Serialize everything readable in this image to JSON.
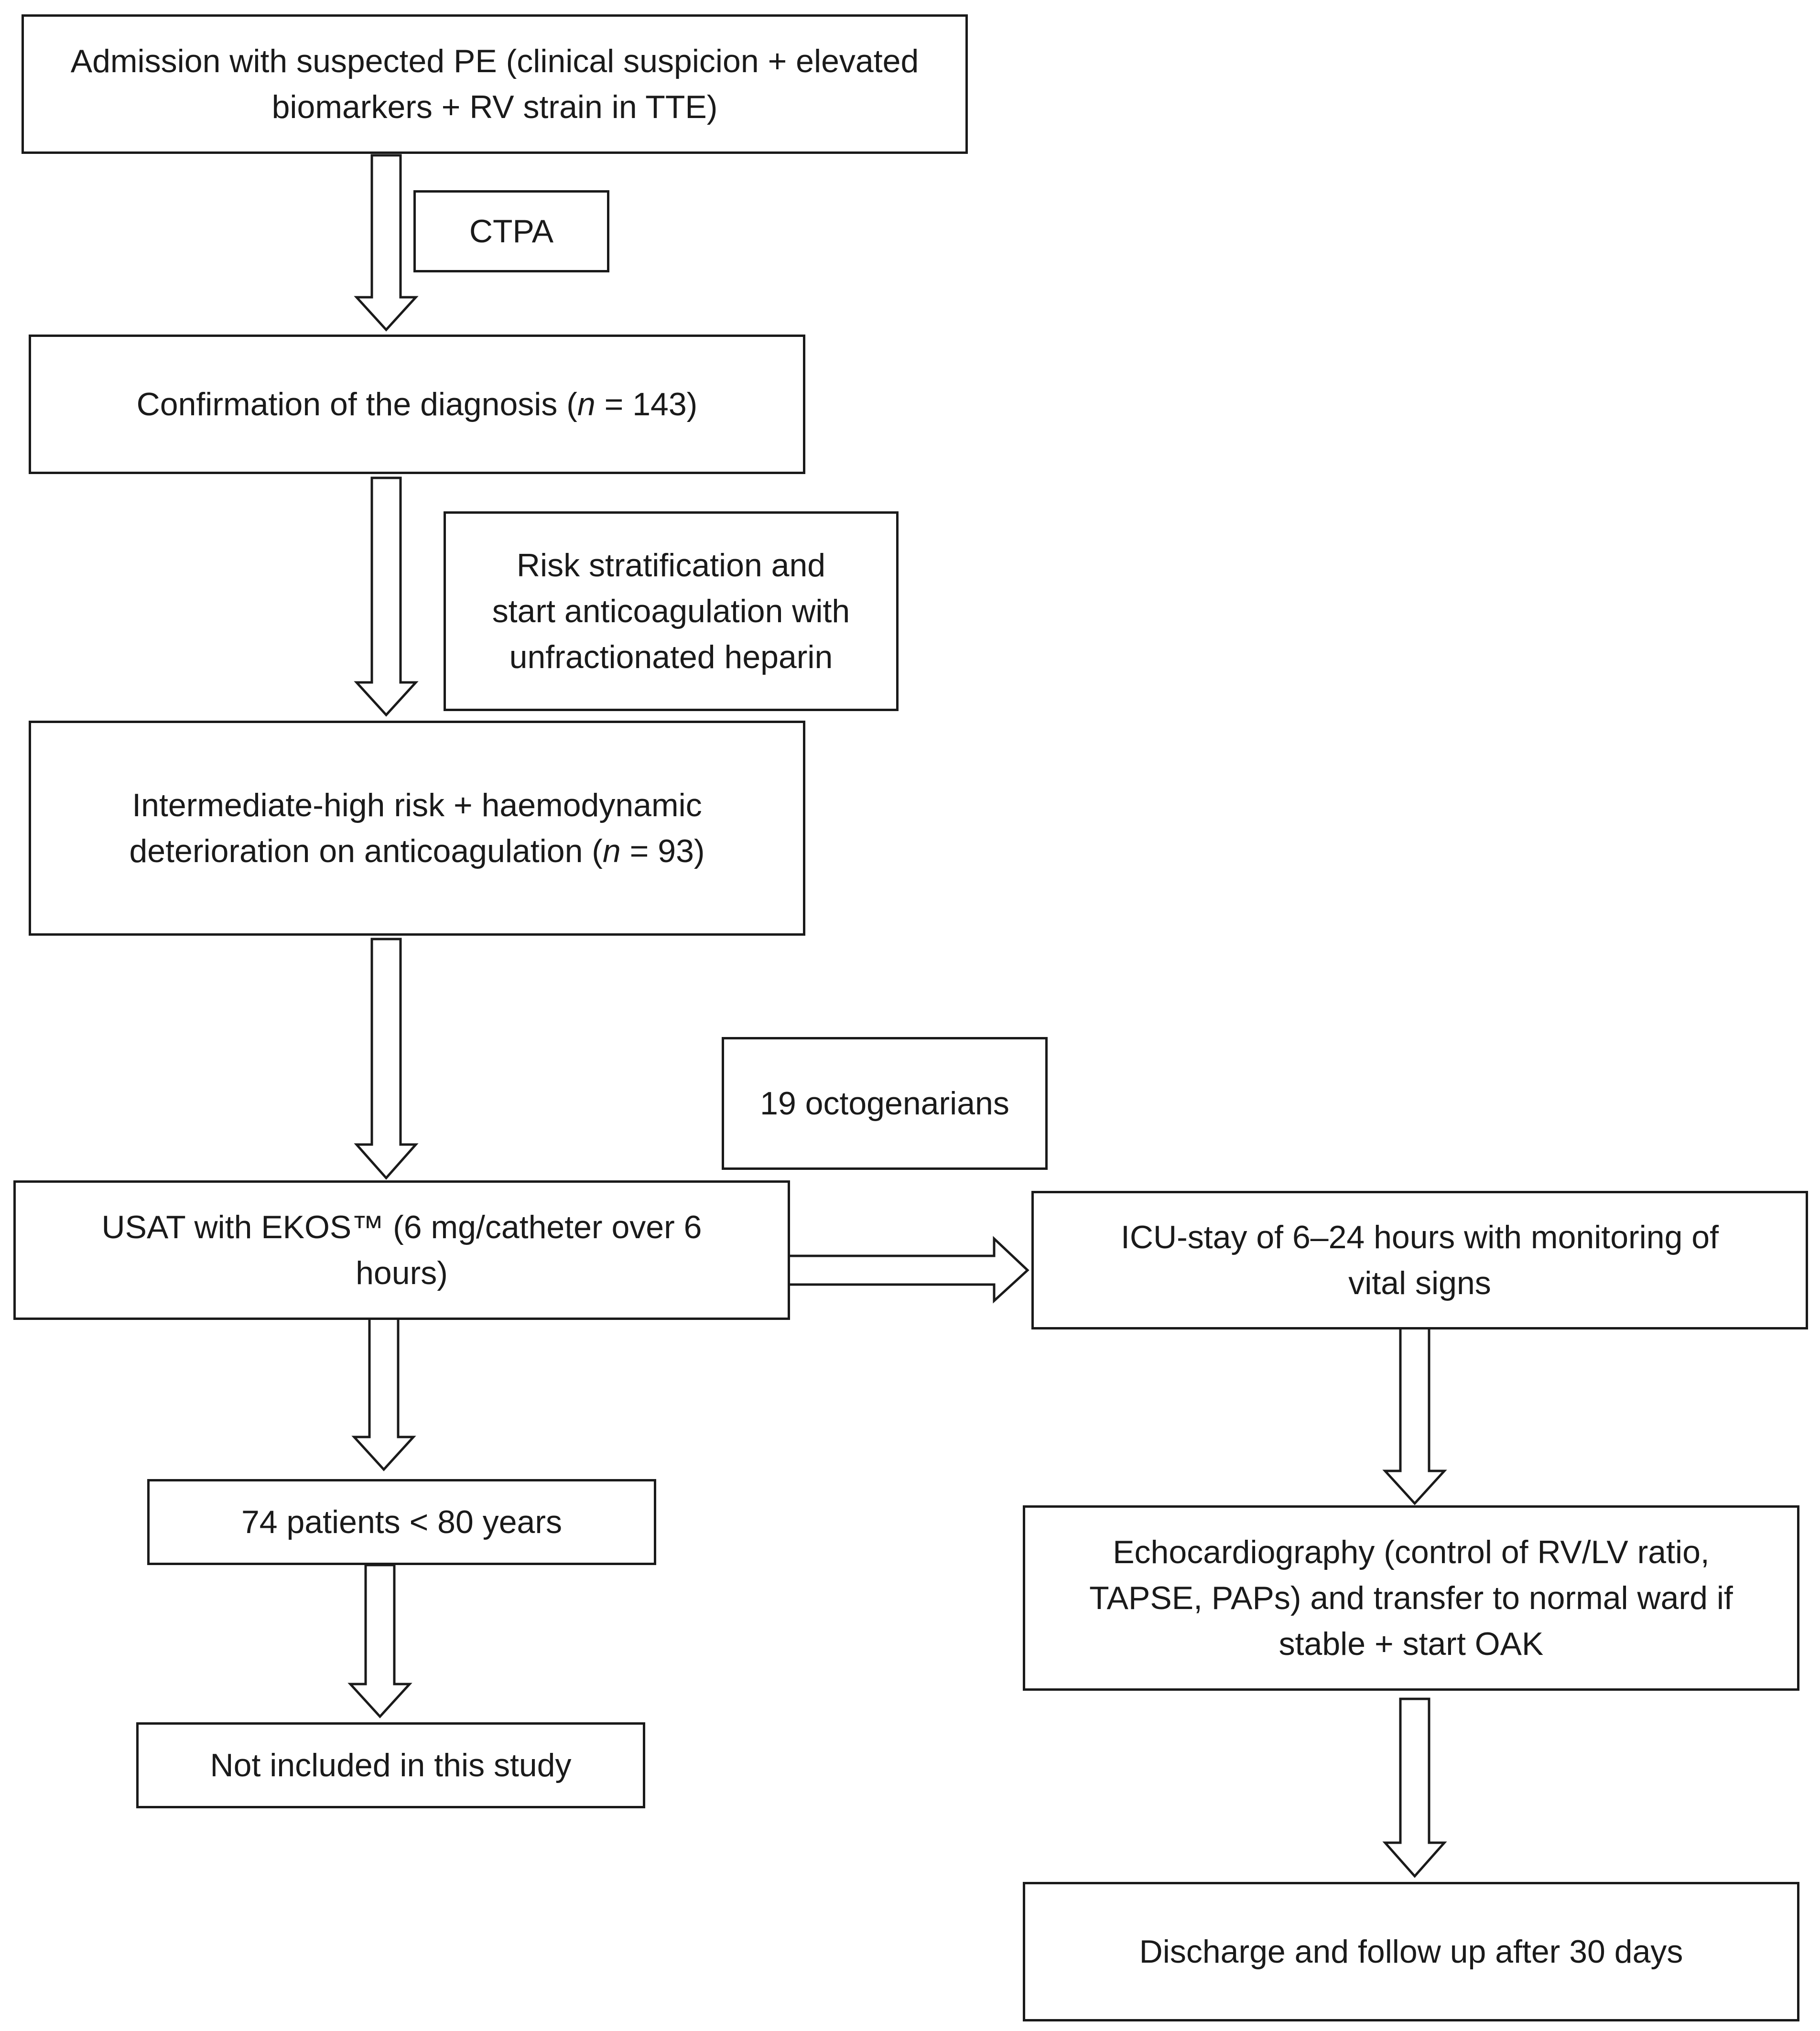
{
  "flowchart": {
    "admission": {
      "line1": "Admission with suspected PE (clinical  suspicion + elevated",
      "line2": "biomarkers + RV strain in TTE)"
    },
    "ctpa": "CTPA",
    "confirmation": {
      "pre": "Confirmation of the diagnosis (",
      "n": "n",
      "post": " = 143)"
    },
    "risk": {
      "line1": "Risk stratification and",
      "line2": "start anticoagulation with",
      "line3": "unfractionated heparin"
    },
    "intermediate": {
      "line1": "Intermediate-high risk + haemodynamic",
      "line2_pre": "deterioration on anticoagulation (",
      "n": "n",
      "line2_post": " = 93)"
    },
    "octogenarians": "19 octogenarians",
    "usat": {
      "line1": "USAT with EKOS™ (6 mg/catheter over 6",
      "line2": "hours)"
    },
    "icu": {
      "line1": "ICU-stay of 6–24 hours with monitoring of",
      "line2": "vital signs"
    },
    "under80": "74 patients < 80 years",
    "echo": {
      "line1": "Echocardiography (control of RV/LV ratio,",
      "line2": "TAPSE, PAPs) and transfer to normal ward if",
      "line3": "stable + start OAK"
    },
    "not_included": "Not included in this study",
    "discharge": "Discharge and follow up after 30 days"
  }
}
